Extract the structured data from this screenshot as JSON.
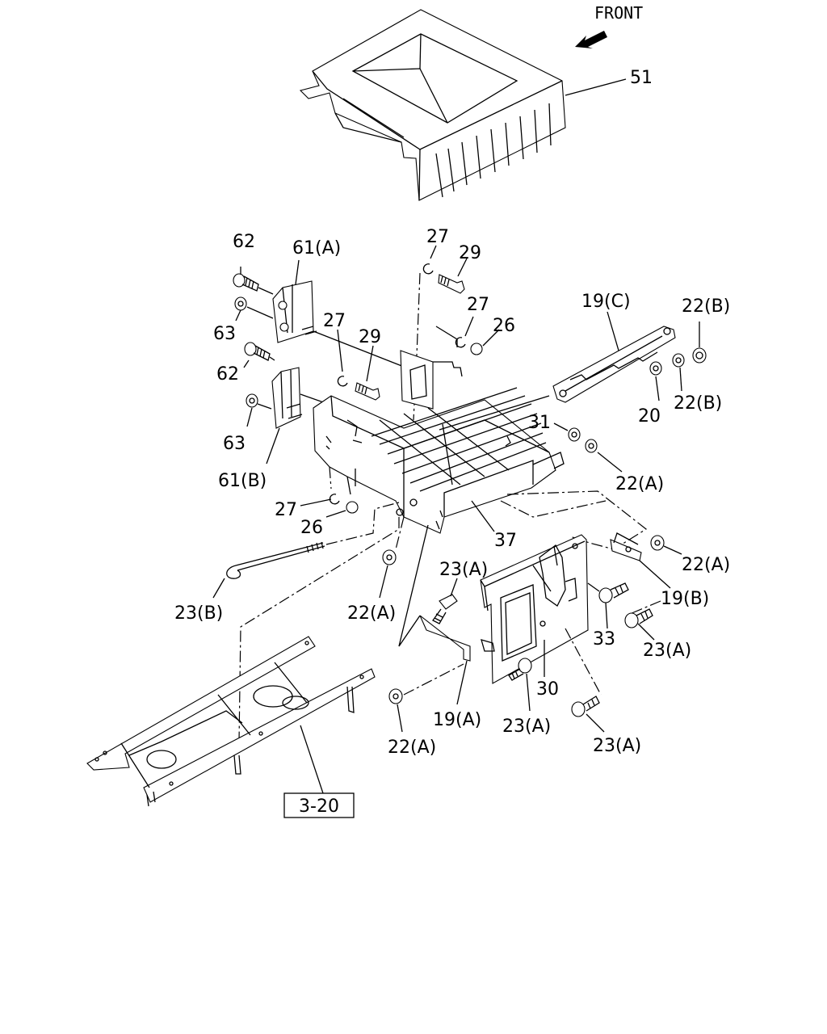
{
  "direction": {
    "label": "FRONT"
  },
  "reference_box": {
    "label": "3-20"
  },
  "callouts": [
    {
      "id": "c51",
      "text": "51"
    },
    {
      "id": "c62a",
      "text": "62"
    },
    {
      "id": "c61a",
      "text": "61(A)"
    },
    {
      "id": "c27a",
      "text": "27"
    },
    {
      "id": "c29a",
      "text": "29"
    },
    {
      "id": "c27b",
      "text": "27"
    },
    {
      "id": "c26a",
      "text": "26"
    },
    {
      "id": "c19c",
      "text": "19(C)"
    },
    {
      "id": "c22b1",
      "text": "22(B)"
    },
    {
      "id": "c63a",
      "text": "63"
    },
    {
      "id": "c27c",
      "text": "27"
    },
    {
      "id": "c29b",
      "text": "29"
    },
    {
      "id": "c62b",
      "text": "62"
    },
    {
      "id": "c20",
      "text": "20"
    },
    {
      "id": "c22b2",
      "text": "22(B)"
    },
    {
      "id": "c31",
      "text": "31"
    },
    {
      "id": "c63b",
      "text": "63"
    },
    {
      "id": "c61b",
      "text": "61(B)"
    },
    {
      "id": "c22a1",
      "text": "22(A)"
    },
    {
      "id": "c27d",
      "text": "27"
    },
    {
      "id": "c26b",
      "text": "26"
    },
    {
      "id": "c37",
      "text": "37"
    },
    {
      "id": "c22a2",
      "text": "22(A)"
    },
    {
      "id": "c23a1",
      "text": "23(A)"
    },
    {
      "id": "c19b",
      "text": "19(B)"
    },
    {
      "id": "c23b",
      "text": "23(B)"
    },
    {
      "id": "c22a3",
      "text": "22(A)"
    },
    {
      "id": "c33",
      "text": "33"
    },
    {
      "id": "c23a2",
      "text": "23(A)"
    },
    {
      "id": "c30",
      "text": "30"
    },
    {
      "id": "c19a",
      "text": "19(A)"
    },
    {
      "id": "c23a3",
      "text": "23(A)"
    },
    {
      "id": "c22a4",
      "text": "22(A)"
    },
    {
      "id": "c23a4",
      "text": "23(A)"
    }
  ]
}
